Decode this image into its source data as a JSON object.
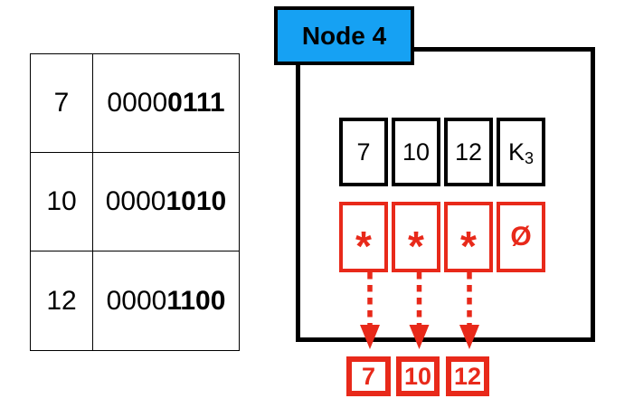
{
  "colors": {
    "node_blue": "#16A1F3",
    "accent_red": "#E8291A",
    "line_black": "#000000"
  },
  "binary_table": {
    "rows": [
      {
        "value": "7",
        "bits_prefix": "0000",
        "bits_suffix": "0111"
      },
      {
        "value": "10",
        "bits_prefix": "0000",
        "bits_suffix": "1010"
      },
      {
        "value": "12",
        "bits_prefix": "0000",
        "bits_suffix": "1100"
      }
    ]
  },
  "node": {
    "title": "Node 4",
    "keys": [
      {
        "label": "7",
        "sub": ""
      },
      {
        "label": "10",
        "sub": ""
      },
      {
        "label": "12",
        "sub": ""
      },
      {
        "label": "K",
        "sub": "3"
      }
    ],
    "pointers": [
      {
        "symbol": "*"
      },
      {
        "symbol": "*"
      },
      {
        "symbol": "*"
      },
      {
        "symbol": "Ø"
      }
    ],
    "children": [
      {
        "label": "7"
      },
      {
        "label": "10"
      },
      {
        "label": "12"
      }
    ]
  }
}
